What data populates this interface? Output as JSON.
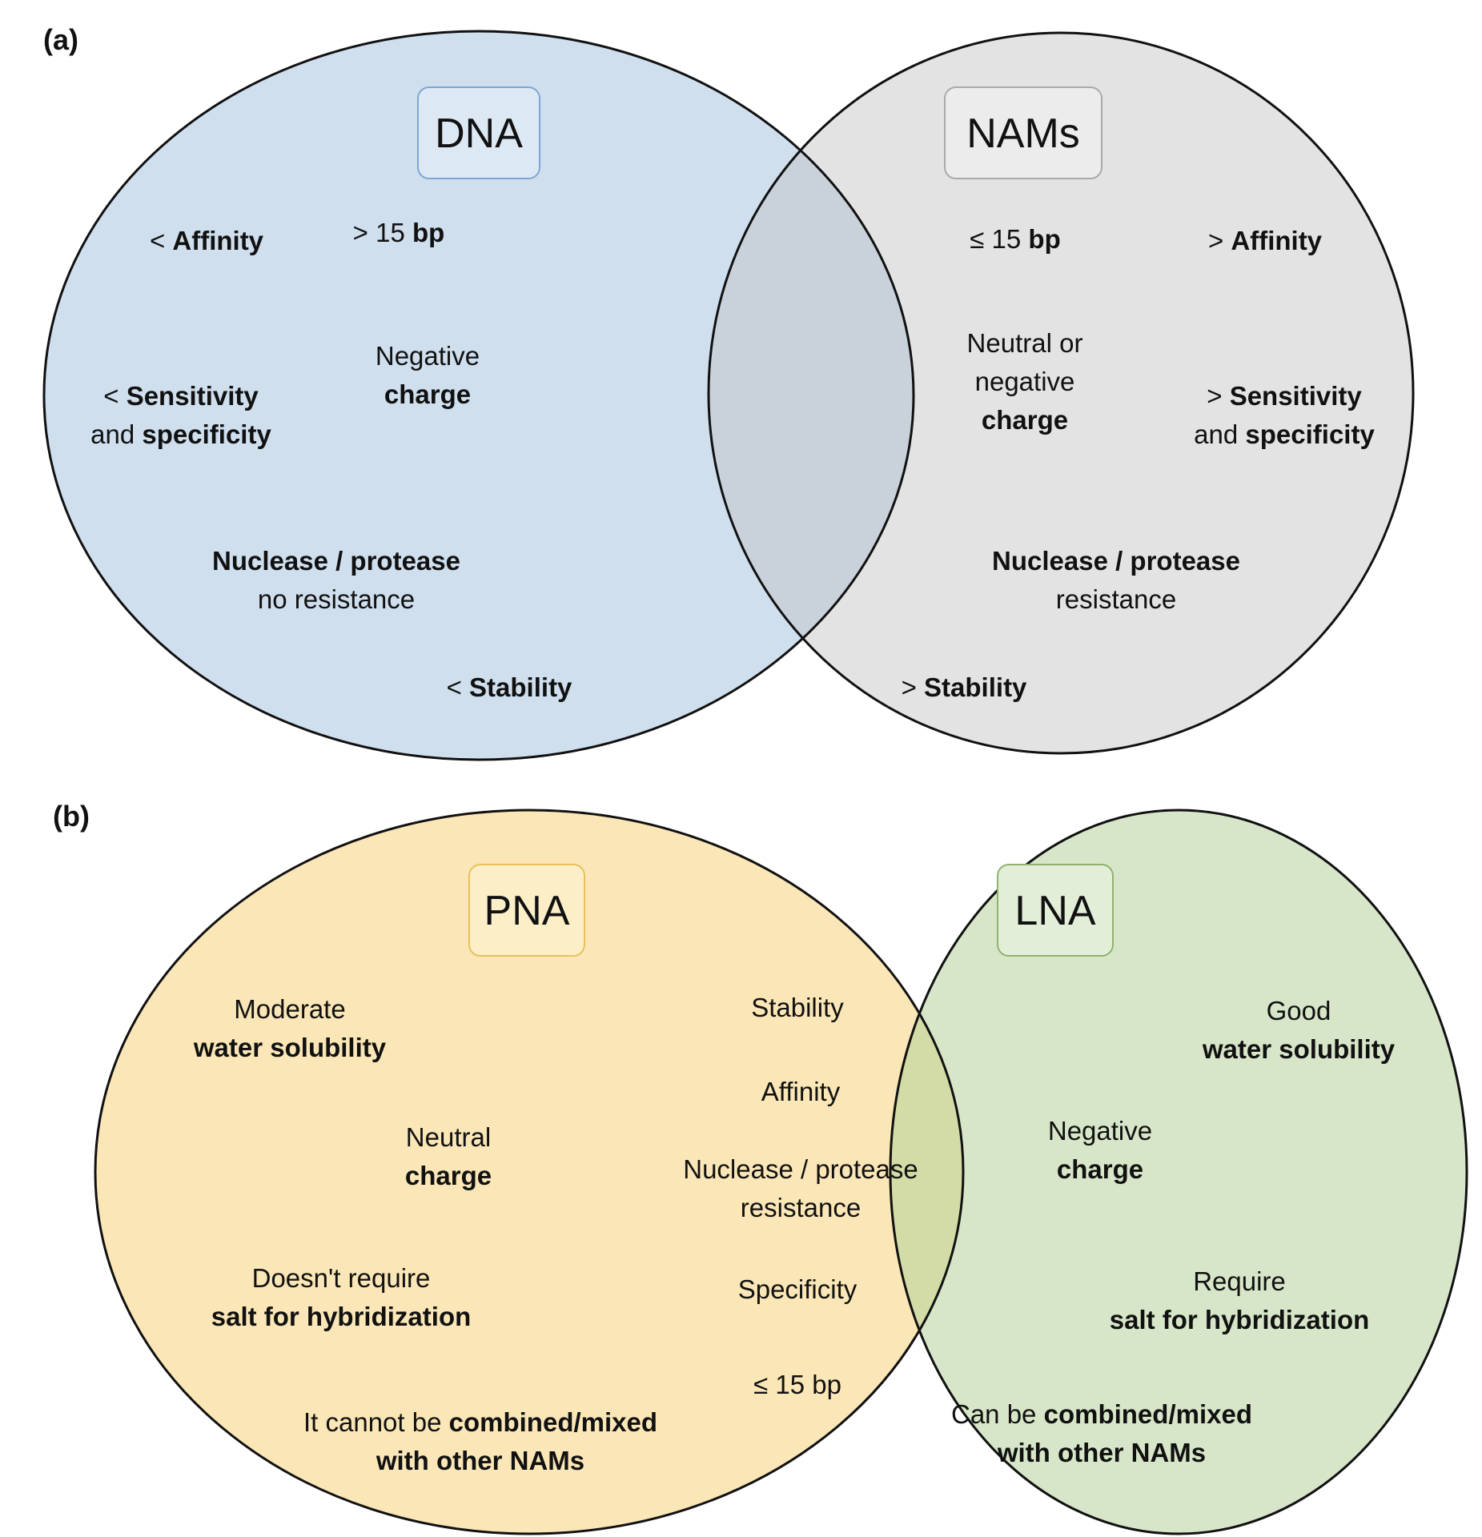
{
  "panel_a": {
    "label": "(a)",
    "left_set": {
      "title": "DNA",
      "fill_color": "#cfdfee",
      "box_fill": "#dce8f4",
      "box_stroke": "#7ea6d3",
      "items": [
        {
          "parts": [
            {
              "text": "< ",
              "bold": false
            },
            {
              "text": "Affinity",
              "bold": true
            }
          ]
        },
        {
          "parts": [
            {
              "text": "> 15 ",
              "bold": false
            },
            {
              "text": "bp",
              "bold": true
            }
          ]
        },
        {
          "parts": [
            {
              "text": "Negative",
              "bold": false
            }
          ],
          "line2": [
            {
              "text": "charge",
              "bold": true
            }
          ]
        },
        {
          "parts": [
            {
              "text": "< ",
              "bold": false
            },
            {
              "text": "Sensitivity",
              "bold": true
            }
          ],
          "line2": [
            {
              "text": "and ",
              "bold": false
            },
            {
              "text": "specificity",
              "bold": true
            }
          ]
        },
        {
          "parts": [
            {
              "text": "Nuclease / protease",
              "bold": true
            }
          ],
          "line2": [
            {
              "text": "no resistance",
              "bold": false
            }
          ]
        },
        {
          "parts": [
            {
              "text": "< ",
              "bold": false
            },
            {
              "text": "Stability",
              "bold": true
            }
          ]
        }
      ]
    },
    "right_set": {
      "title": "NAMs",
      "fill_color": "#e3e3e3",
      "box_fill": "#ececec",
      "box_stroke": "#aaaaaa",
      "items": [
        {
          "parts": [
            {
              "text": "≤ 15 ",
              "bold": false
            },
            {
              "text": "bp",
              "bold": true
            }
          ]
        },
        {
          "parts": [
            {
              "text": "> ",
              "bold": false
            },
            {
              "text": "Affinity",
              "bold": true
            }
          ]
        },
        {
          "parts": [
            {
              "text": "Neutral or",
              "bold": false
            }
          ],
          "line2": [
            {
              "text": "negative",
              "bold": false
            }
          ],
          "line3": [
            {
              "text": "charge",
              "bold": true
            }
          ]
        },
        {
          "parts": [
            {
              "text": "> ",
              "bold": false
            },
            {
              "text": "Sensitivity",
              "bold": true
            }
          ],
          "line2": [
            {
              "text": "and ",
              "bold": false
            },
            {
              "text": "specificity",
              "bold": true
            }
          ]
        },
        {
          "parts": [
            {
              "text": "Nuclease / protease",
              "bold": true
            }
          ],
          "line2": [
            {
              "text": "resistance",
              "bold": false
            }
          ]
        },
        {
          "parts": [
            {
              "text": "> ",
              "bold": false
            },
            {
              "text": "Stability",
              "bold": true
            }
          ]
        }
      ]
    },
    "overlap_color": "#c9d1da"
  },
  "panel_b": {
    "label": "(b)",
    "left_set": {
      "title": "PNA",
      "fill_color": "#fae6b6",
      "box_fill": "#fcefc8",
      "box_stroke": "#e8c15a",
      "items": [
        {
          "parts": [
            {
              "text": "Moderate",
              "bold": false
            }
          ],
          "line2": [
            {
              "text": "water solubility",
              "bold": true
            }
          ]
        },
        {
          "parts": [
            {
              "text": "Neutral",
              "bold": false
            }
          ],
          "line2": [
            {
              "text": "charge",
              "bold": true
            }
          ]
        },
        {
          "parts": [
            {
              "text": "Doesn't require",
              "bold": false
            }
          ],
          "line2": [
            {
              "text": "salt for hybridization",
              "bold": true
            }
          ]
        },
        {
          "parts": [
            {
              "text": "It cannot be ",
              "bold": false
            },
            {
              "text": "combined/mixed",
              "bold": true
            }
          ],
          "line2": [
            {
              "text": "with other NAMs",
              "bold": true
            }
          ]
        }
      ]
    },
    "right_set": {
      "title": "LNA",
      "fill_color": "#d7e6c8",
      "box_fill": "#e3eed8",
      "box_stroke": "#8fb26e",
      "items": [
        {
          "parts": [
            {
              "text": "Good",
              "bold": false
            }
          ],
          "line2": [
            {
              "text": "water solubility",
              "bold": true
            }
          ]
        },
        {
          "parts": [
            {
              "text": "Negative",
              "bold": false
            }
          ],
          "line2": [
            {
              "text": "charge",
              "bold": true
            }
          ]
        },
        {
          "parts": [
            {
              "text": "Require",
              "bold": false
            }
          ],
          "line2": [
            {
              "text": "salt for hybridization",
              "bold": true
            }
          ]
        },
        {
          "parts": [
            {
              "text": "Can be ",
              "bold": false
            },
            {
              "text": "combined/mixed",
              "bold": true
            }
          ],
          "line2": [
            {
              "text": "with other NAMs",
              "bold": true
            }
          ]
        }
      ]
    },
    "overlap_color": "#d3dca6",
    "shared_items": [
      {
        "parts": [
          {
            "text": "Stability",
            "bold": false
          }
        ]
      },
      {
        "parts": [
          {
            "text": "Affinity",
            "bold": false
          }
        ]
      },
      {
        "parts": [
          {
            "text": "Nuclease / protease",
            "bold": false
          }
        ],
        "line2": [
          {
            "text": "resistance",
            "bold": false
          }
        ]
      },
      {
        "parts": [
          {
            "text": "Specificity",
            "bold": false
          }
        ]
      },
      {
        "parts": [
          {
            "text": "≤ 15 bp",
            "bold": false
          }
        ]
      }
    ]
  }
}
